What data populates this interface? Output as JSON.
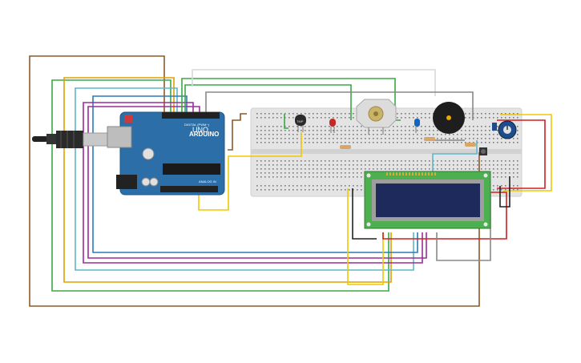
{
  "arduino": {
    "brand": "ARDUINO",
    "model": "UNO",
    "header_digital": "DIGITAL (PWM~)",
    "header_analog": "ANALOG IN"
  },
  "components": {
    "temperature_sensor": "TMP",
    "lcd": "16x2 LCD"
  },
  "colors": {
    "board": "#2b6ea8",
    "breadboard": "#e3e3e3",
    "lcd_board": "#4caf50",
    "lcd_screen": "#1f2a5c",
    "wire_brown": "#8a5a2b",
    "wire_green": "#3aa845",
    "wire_orange": "#e0a000",
    "wire_cyan": "#5fb7c9",
    "wire_blue": "#2a7ab8",
    "wire_purple": "#9b2d9b",
    "wire_red": "#d02020",
    "wire_gray": "#888888",
    "wire_black": "#222222",
    "wire_yellow": "#f0c800"
  }
}
